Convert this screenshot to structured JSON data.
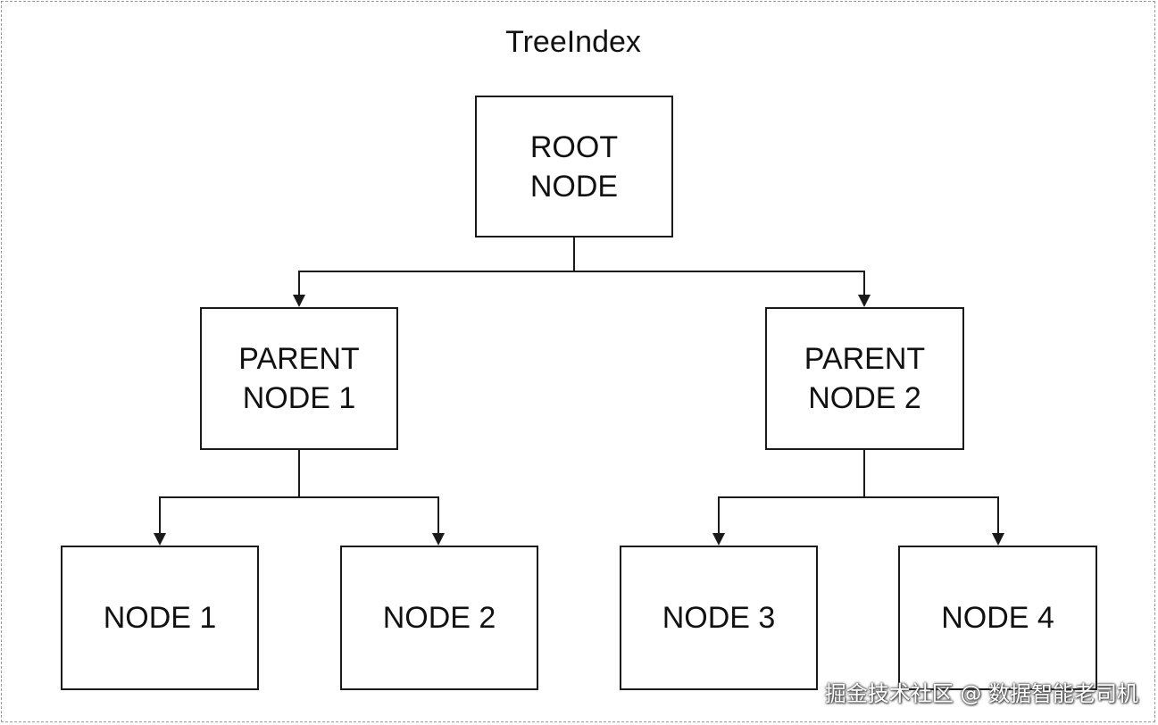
{
  "diagram": {
    "title": "TreeIndex",
    "nodes": {
      "root": "ROOT\nNODE",
      "parent1": "PARENT\nNODE 1",
      "parent2": "PARENT\nNODE 2",
      "leaf1": "NODE 1",
      "leaf2": "NODE 2",
      "leaf3": "NODE 3",
      "leaf4": "NODE 4"
    },
    "edges": [
      {
        "from": "root",
        "to": "parent1"
      },
      {
        "from": "root",
        "to": "parent2"
      },
      {
        "from": "parent1",
        "to": "leaf1"
      },
      {
        "from": "parent1",
        "to": "leaf2"
      },
      {
        "from": "parent2",
        "to": "leaf3"
      },
      {
        "from": "parent2",
        "to": "leaf4"
      }
    ]
  },
  "watermark": "掘金技术社区 @ 数据智能老司机",
  "colors": {
    "stroke": "#1a1a1a",
    "frame": "#9a9a9a",
    "background": "#ffffff"
  }
}
